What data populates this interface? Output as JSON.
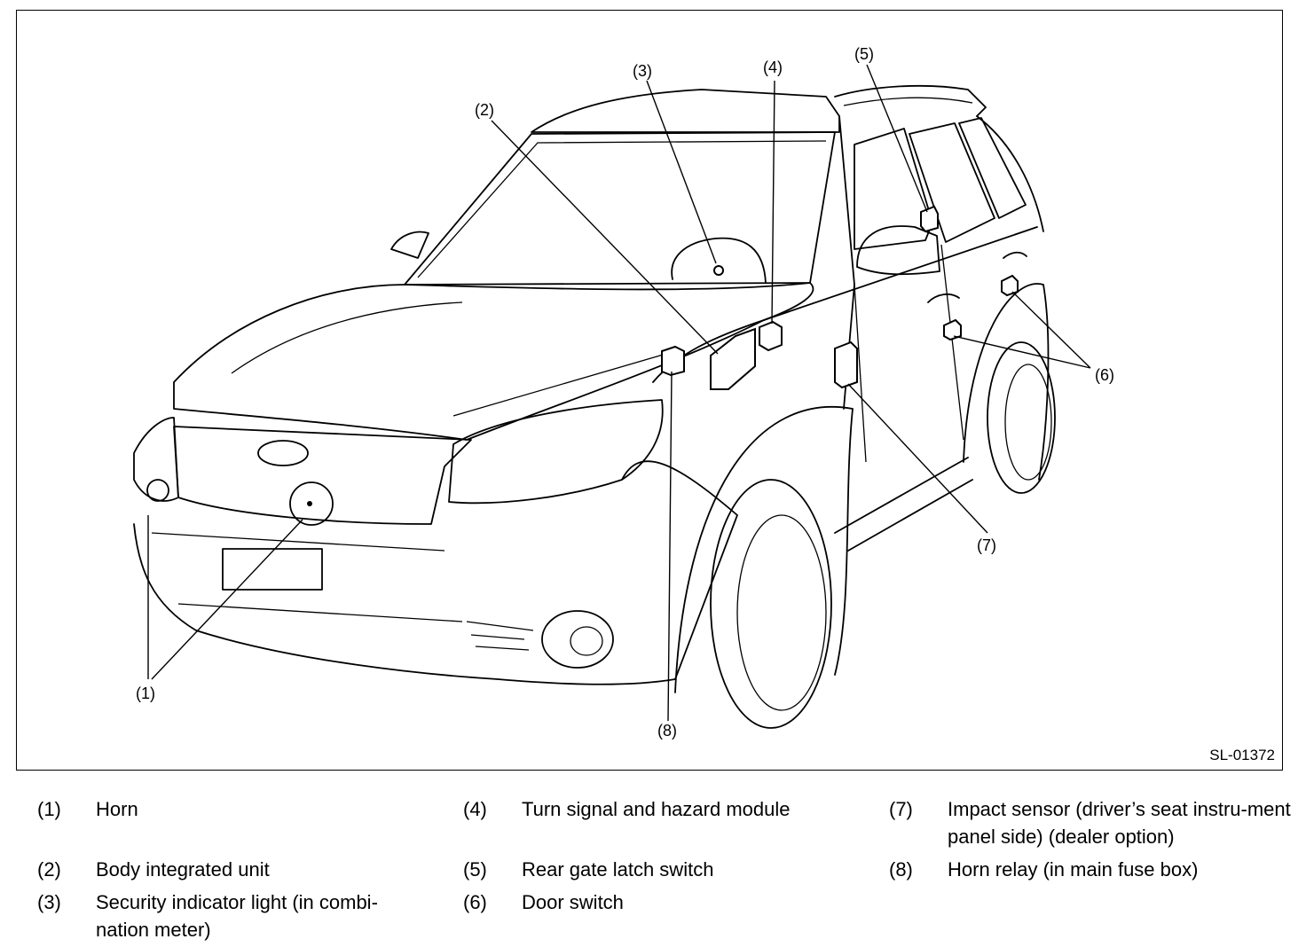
{
  "figure": {
    "id": "SL-01372",
    "callouts": [
      {
        "key": "1",
        "label": "(1)"
      },
      {
        "key": "2",
        "label": "(2)"
      },
      {
        "key": "3",
        "label": "(3)"
      },
      {
        "key": "4",
        "label": "(4)"
      },
      {
        "key": "5",
        "label": "(5)"
      },
      {
        "key": "6",
        "label": "(6)"
      },
      {
        "key": "7",
        "label": "(7)"
      },
      {
        "key": "8",
        "label": "(8)"
      }
    ]
  },
  "legend": [
    {
      "num": "(1)",
      "text": "Horn"
    },
    {
      "num": "(2)",
      "text": "Body integrated unit"
    },
    {
      "num": "(3)",
      "text": "Security indicator light (in combi-nation meter)"
    },
    {
      "num": "(4)",
      "text": "Turn signal and hazard module"
    },
    {
      "num": "(5)",
      "text": "Rear gate latch switch"
    },
    {
      "num": "(6)",
      "text": "Door switch"
    },
    {
      "num": "(7)",
      "text": "Impact sensor (driver’s seat instru-ment panel side) (dealer option)"
    },
    {
      "num": "(8)",
      "text": "Horn relay (in main fuse box)"
    }
  ]
}
